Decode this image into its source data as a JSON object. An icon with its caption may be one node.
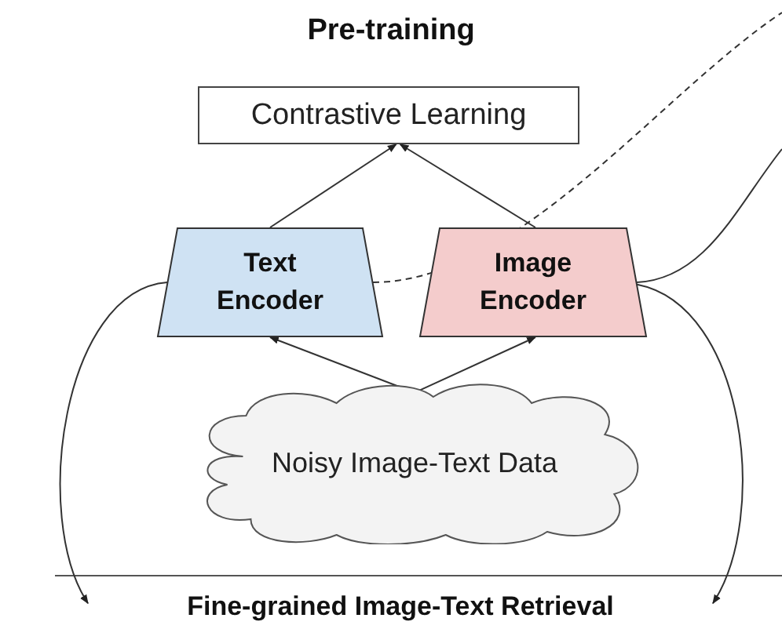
{
  "diagram": {
    "title": "Pre-training",
    "nodes": [
      {
        "text": [
          "Contrastive Learning"
        ]
      },
      {
        "text": [
          "Text Encoder"
        ]
      },
      {
        "text": [
          "Image Encoder"
        ]
      },
      {
        "text": [
          "Noisy Image-Text Data"
        ]
      },
      {
        "text": [
          "Fine-grained Image-Text Retrieval"
        ]
      }
    ],
    "edges": [
      {
        "from": 1,
        "to": 0,
        "arrow": "to"
      },
      {
        "from": 2,
        "to": 0,
        "arrow": "to"
      },
      {
        "from": 3,
        "to": 1,
        "arrow": "to"
      },
      {
        "from": 3,
        "to": 2,
        "arrow": "to"
      },
      {
        "from": 1,
        "to": null,
        "arrow": "none",
        "style": "dashed"
      },
      {
        "from": 2,
        "to": null,
        "arrow": "none"
      },
      {
        "from": 1,
        "to": 4,
        "arrow": "to"
      },
      {
        "from": 2,
        "to": 4,
        "arrow": "to"
      }
    ]
  }
}
